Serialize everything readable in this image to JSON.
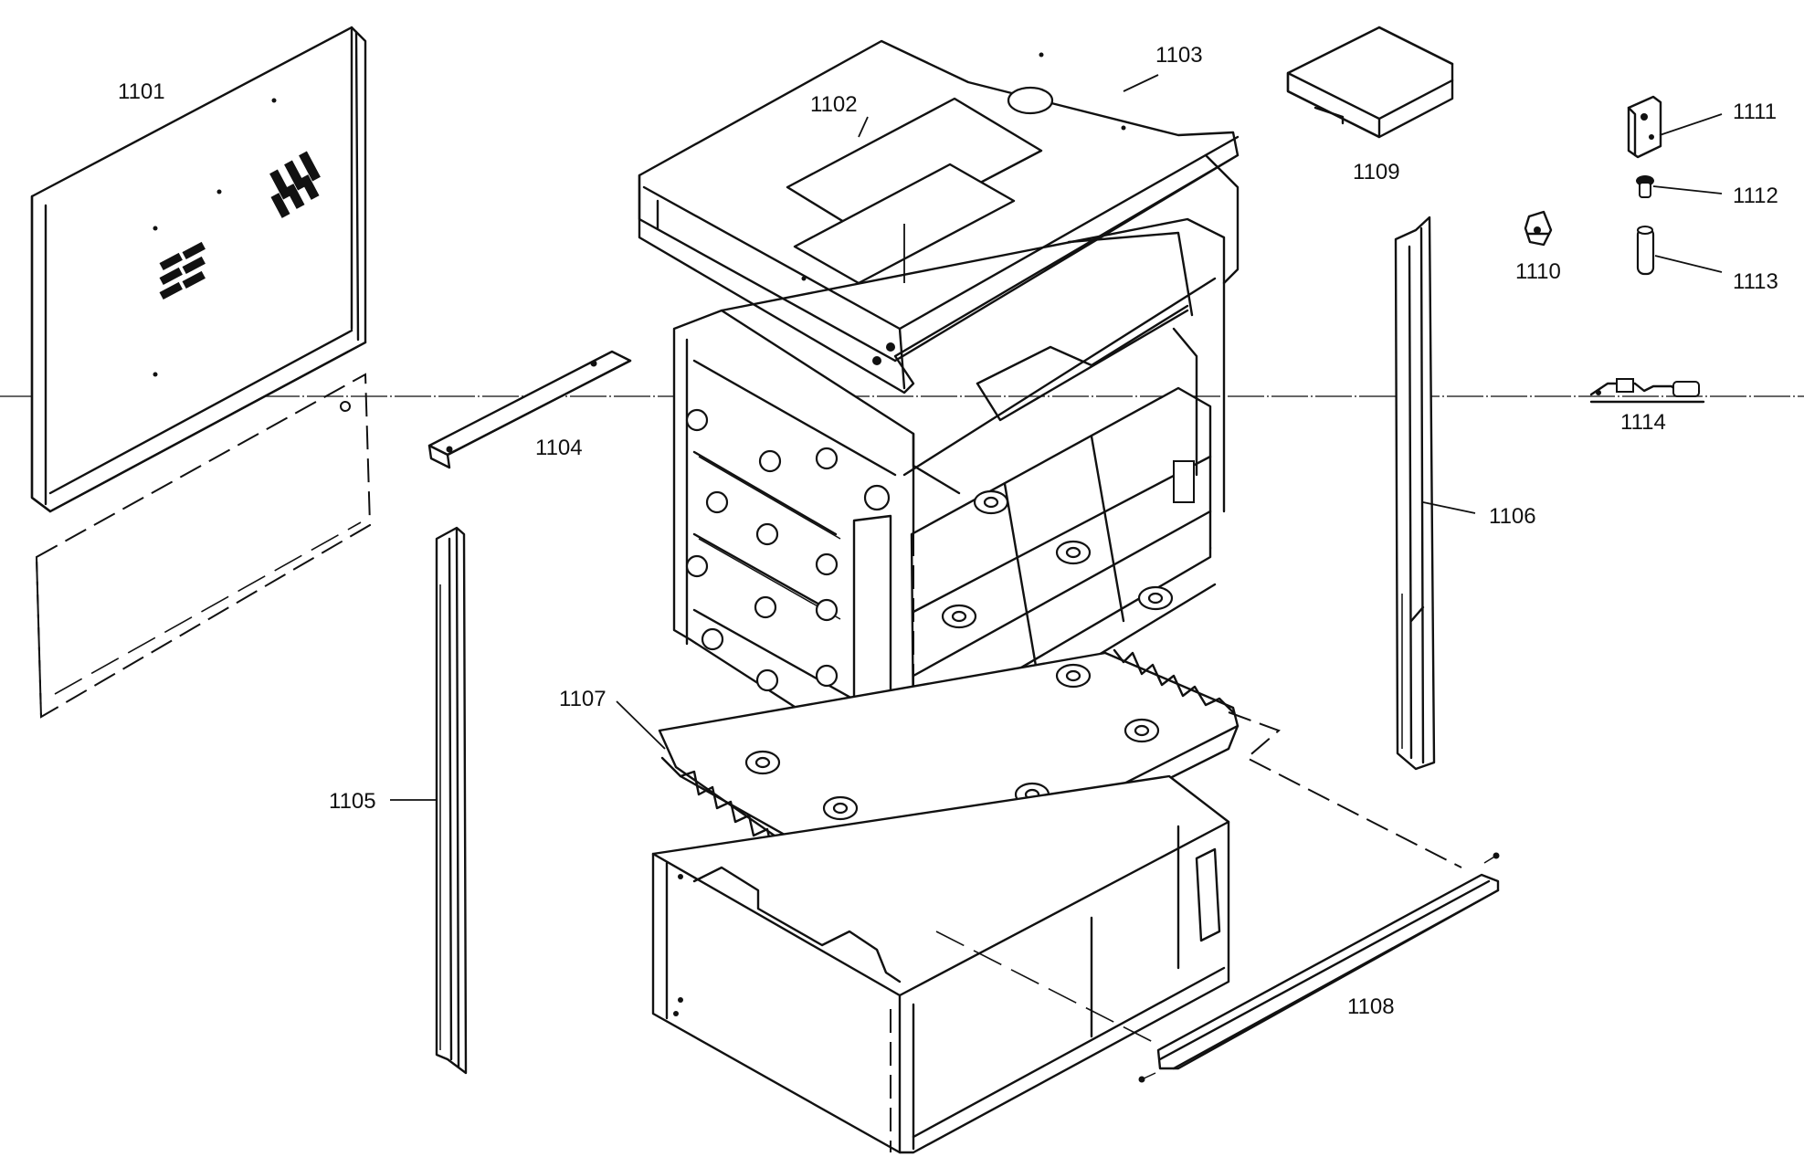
{
  "diagram": {
    "callouts": [
      {
        "id": "c1101",
        "text": "1101"
      },
      {
        "id": "c1102",
        "text": "1102"
      },
      {
        "id": "c1103",
        "text": "1103"
      },
      {
        "id": "c1104",
        "text": "1104"
      },
      {
        "id": "c1105",
        "text": "1105"
      },
      {
        "id": "c1106",
        "text": "1106"
      },
      {
        "id": "c1107",
        "text": "1107"
      },
      {
        "id": "c1108",
        "text": "1108"
      },
      {
        "id": "c1109",
        "text": "1109"
      },
      {
        "id": "c1110",
        "text": "1110"
      },
      {
        "id": "c1111",
        "text": "1111"
      },
      {
        "id": "c1112",
        "text": "1112"
      },
      {
        "id": "c1113",
        "text": "1113"
      },
      {
        "id": "c1114",
        "text": "1114"
      }
    ]
  }
}
